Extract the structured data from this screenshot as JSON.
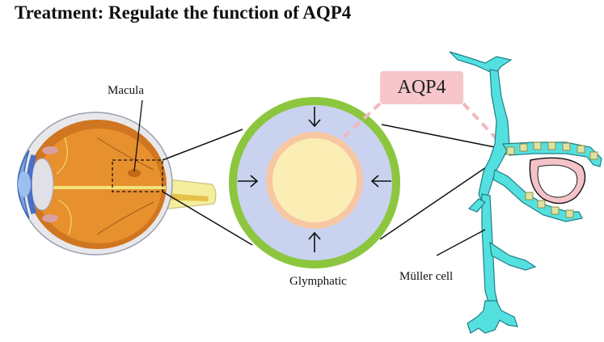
{
  "title": "Treatment: Regulate the function of AQP4",
  "labels": {
    "macula": "Macula",
    "glymphatic": "Glymphatic",
    "muller_cell": "Müller cell",
    "aqp4": "AQP4"
  },
  "colors": {
    "ring_outer": "#8cc63f",
    "ring_fill": "#c9d3ef",
    "ring_inner": "#f7c7a3",
    "core": "#fbeeb5",
    "muller": "#55e0e0",
    "aqp4_box": "#f6c6cb",
    "eye_body": "#e08a2a",
    "channel": "#e0e3a0"
  }
}
